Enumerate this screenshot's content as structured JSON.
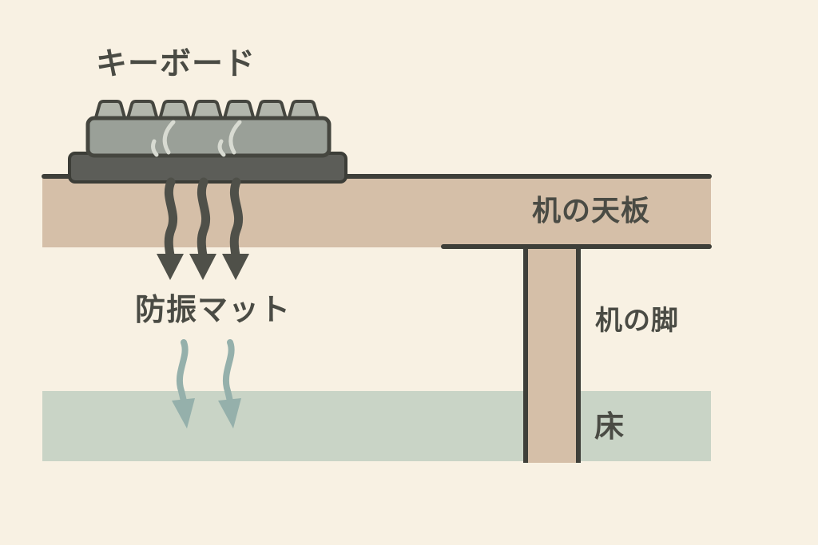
{
  "diagram": {
    "labels": {
      "keyboard": "キーボード",
      "desk_top": "机の天板",
      "vibration_mat": "防振マット",
      "desk_leg": "机の脚",
      "floor": "床"
    },
    "colors": {
      "background": "#f8f1e3",
      "desk_wood": "#d5bfa8",
      "floor_sage": "#c9d4c6",
      "outline_dark": "#3e3f39",
      "text_dark": "#4a4b44",
      "keyboard_body": "#9aa098",
      "keycap": "#b2b6ac",
      "mat_dark_gray": "#5c5d58",
      "strong_vibration_arrow": "#4f5049",
      "dampened_vibration_arrow": "#95b0ab",
      "wisp_highlight": "#d8dbd2"
    },
    "arrows": {
      "strong_count": 3,
      "dampened_count": 2
    },
    "keycap_count": 7
  }
}
